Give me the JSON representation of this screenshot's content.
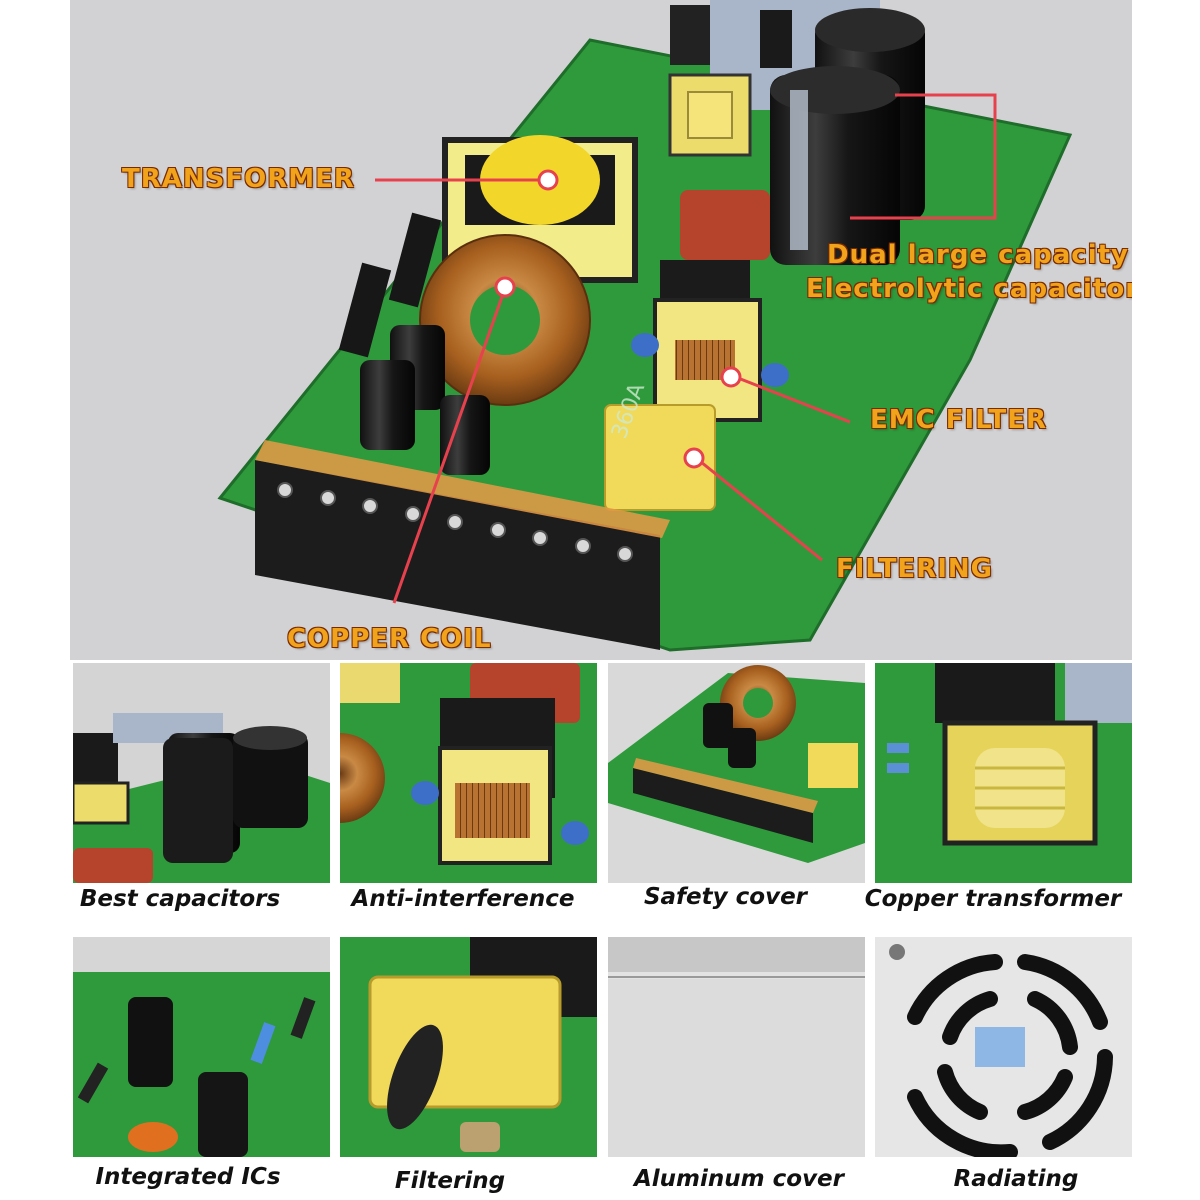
{
  "callouts": {
    "transformer": "TRANSFORMER",
    "capacitor_line1": "Dual large capacity",
    "capacitor_line2": "Electrolytic capacitor",
    "emc_filter": "EMC FILTER",
    "filtering": "FILTERING",
    "copper_coil": "COPPER COIL"
  },
  "board_print": "360A",
  "features": [
    {
      "label": "Best capacitors"
    },
    {
      "label": "Anti-interference"
    },
    {
      "label": "Safety cover"
    },
    {
      "label": "Copper transformer"
    },
    {
      "label": "Integrated ICs"
    },
    {
      "label": "Filtering"
    },
    {
      "label": "Aluminum cover"
    },
    {
      "label": "Radiating"
    }
  ],
  "colors": {
    "pcb_green": "#2f9a3c",
    "callout_text": "#f2a31c",
    "leader_line": "#e8414e",
    "copper": "#b8702c",
    "yellow_part": "#f1d95a"
  }
}
